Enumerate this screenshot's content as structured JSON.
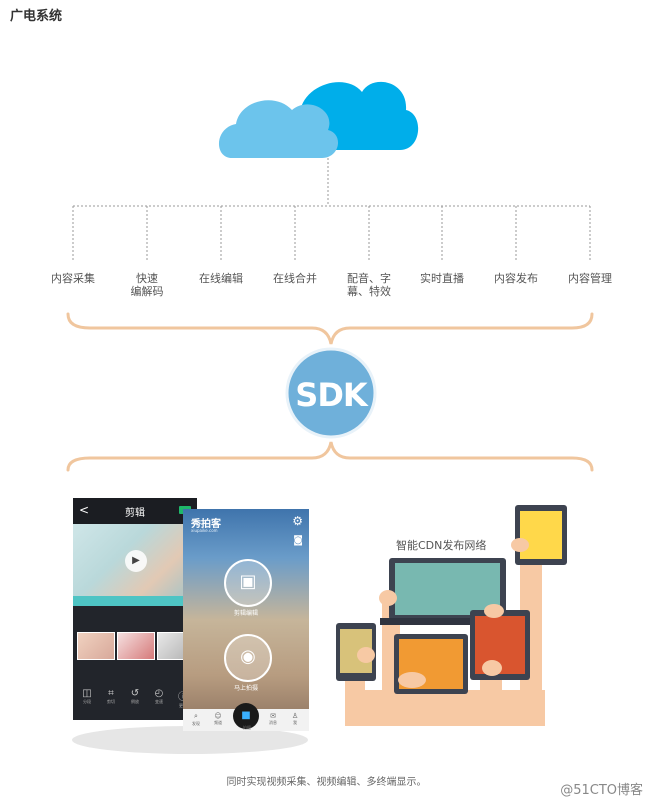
{
  "title": "广电系统",
  "features": [
    {
      "line1": "内容采集",
      "line2": ""
    },
    {
      "line1": "快速",
      "line2": "编解码"
    },
    {
      "line1": "在线编辑",
      "line2": ""
    },
    {
      "line1": "在线合并",
      "line2": ""
    },
    {
      "line1": "配音、字",
      "line2": "幕、特效"
    },
    {
      "line1": "实时直播",
      "line2": ""
    },
    {
      "line1": "内容发布",
      "line2": ""
    },
    {
      "line1": "内容管理",
      "line2": ""
    }
  ],
  "sdk_label": "SDK",
  "cdn_label": "智能CDN发布网络",
  "caption": "同时实现视频采集、视频编辑、多终端显示。",
  "watermark": "@51CTO博客",
  "phone_edit": {
    "back": "<",
    "title": "剪辑",
    "tools": [
      {
        "icon": "◫",
        "label": "分段"
      },
      {
        "icon": "⌗",
        "label": "剪切"
      },
      {
        "icon": "↺",
        "label": "倒放"
      },
      {
        "icon": "◴",
        "label": "变速"
      },
      {
        "icon": "ⓘ",
        "label": "更多"
      }
    ]
  },
  "phone_record": {
    "logo": "秀拍客",
    "subtitle": "xiupaike.com",
    "btn_edit_label": "剪辑编辑",
    "btn_shoot_label": "马上拍摄",
    "nav": [
      {
        "icon": "⌕",
        "label": "发现"
      },
      {
        "icon": "☺",
        "label": "频道"
      },
      {
        "icon": "✉",
        "label": "消息"
      },
      {
        "icon": "♙",
        "label": "我"
      }
    ],
    "nav_center_label": "拍摄"
  },
  "colors": {
    "cloud_light": "#6cc4ec",
    "cloud_dark": "#00aeea",
    "brace": "#f0c69e",
    "sdk_circle": "#6fb0da",
    "skin": "#f7c9a4",
    "tablet_yellow": "#ffd84a",
    "laptop_screen": "#78b8b0",
    "tablet_orange": "#f19a33",
    "tablet_red": "#d9552f",
    "phone_screen_yellow": "#d8c27a"
  }
}
